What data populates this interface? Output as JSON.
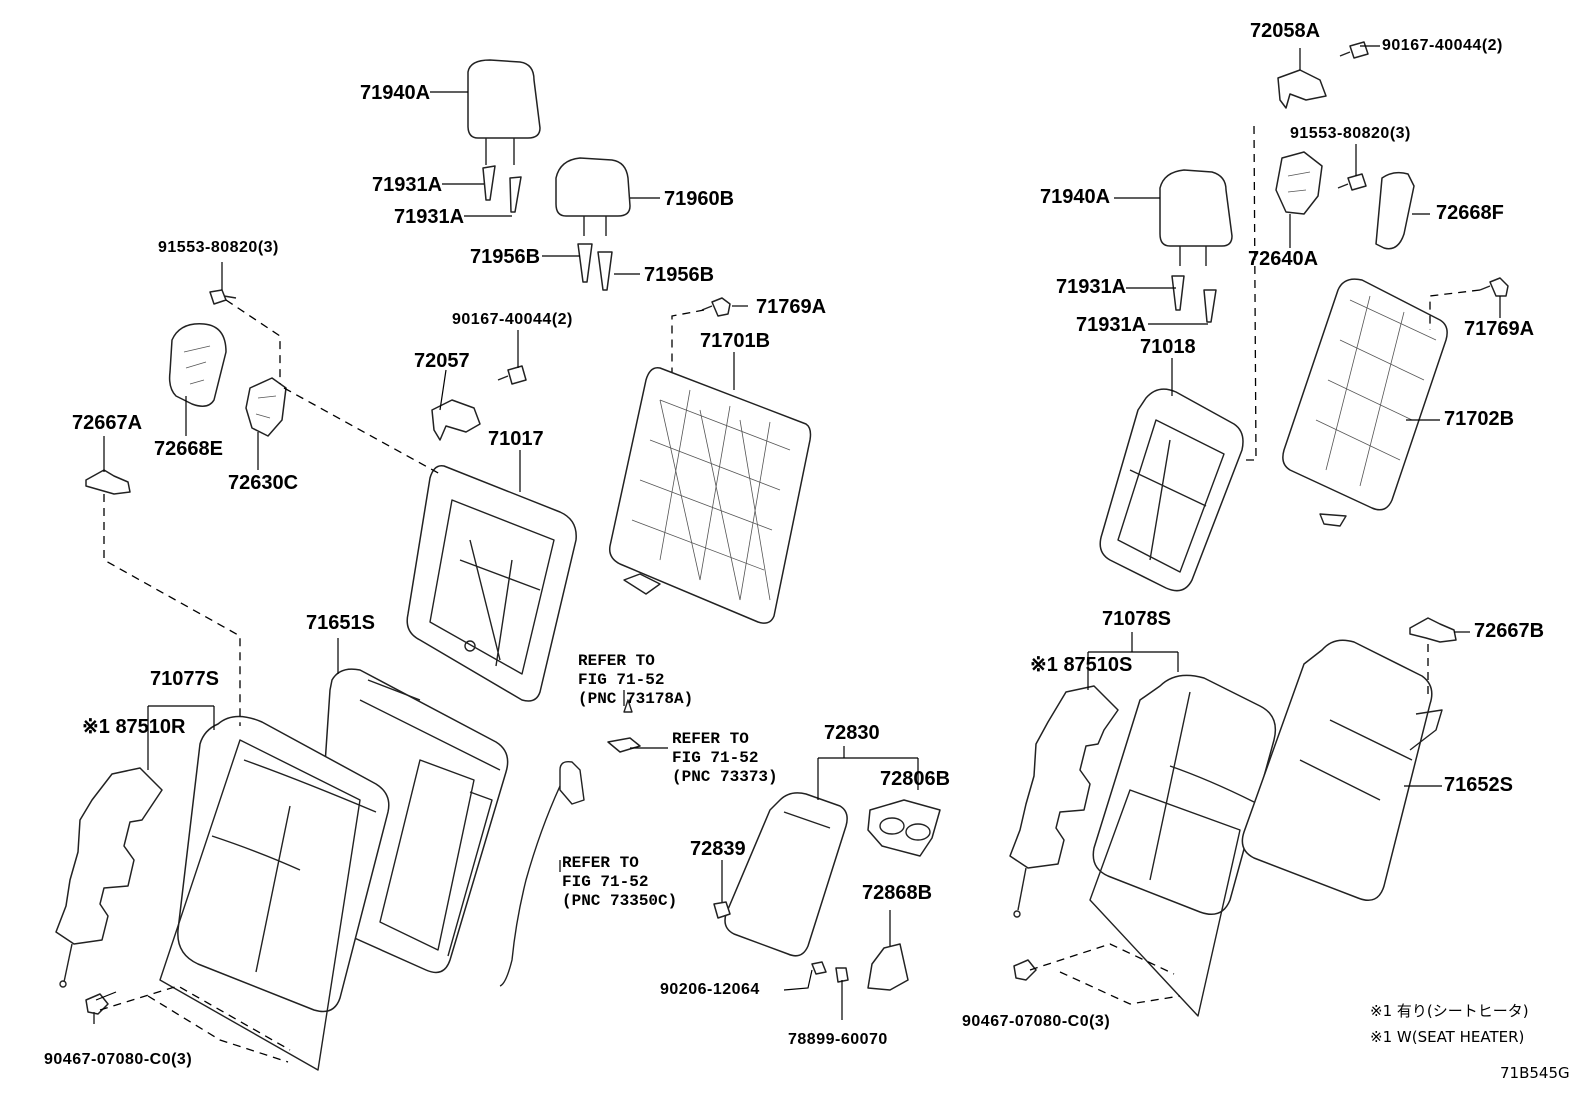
{
  "labels": {
    "p71940A_left": "71940A",
    "p71931A_left_1": "71931A",
    "p71931A_left_2": "71931A",
    "p71960B": "71960B",
    "p71956B_1": "71956B",
    "p71956B_2": "71956B",
    "p91553_left": "91553-80820(3)",
    "p90167_mid": "90167-40044(2)",
    "p71769A_left": "71769A",
    "p71701B": "71701B",
    "p72057": "72057",
    "p72668E": "72668E",
    "p72630C": "72630C",
    "p72667A": "72667A",
    "p71017": "71017",
    "p71651S": "71651S",
    "p71077S": "71077S",
    "p87510R": "※1 87510R",
    "p90467_left": "90467-07080-C0(3)",
    "p72058A": "72058A",
    "p90167_right": "90167-40044(2)",
    "p91553_right": "91553-80820(3)",
    "p72668F": "72668F",
    "p72640A": "72640A",
    "p71940A_right": "71940A",
    "p71931A_right_1": "71931A",
    "p71931A_right_2": "71931A",
    "p71018": "71018",
    "p71769A_right": "71769A",
    "p71702B": "71702B",
    "p71078S": "71078S",
    "p87510S": "※1 87510S",
    "p72667B": "72667B",
    "p71652S": "71652S",
    "p72830": "72830",
    "p72806B": "72806B",
    "p72839": "72839",
    "p72868B": "72868B",
    "p90206": "90206-12064",
    "p78899": "78899-60070",
    "p90467_right": "90467-07080-C0(3)"
  },
  "refs": {
    "ref_73178A": [
      "REFER TO",
      "FIG 71-52",
      "(PNC 73178A)"
    ],
    "ref_73373": [
      "REFER TO",
      "FIG 71-52",
      "(PNC 73373)"
    ],
    "ref_73350C": [
      "REFER TO",
      "FIG 71-52",
      "(PNC 73350C)"
    ]
  },
  "notes": {
    "note_jp": "※1  有り(シートヒータ)",
    "note_en": "※1  W(SEAT HEATER)",
    "figure_code": "71B545G"
  }
}
